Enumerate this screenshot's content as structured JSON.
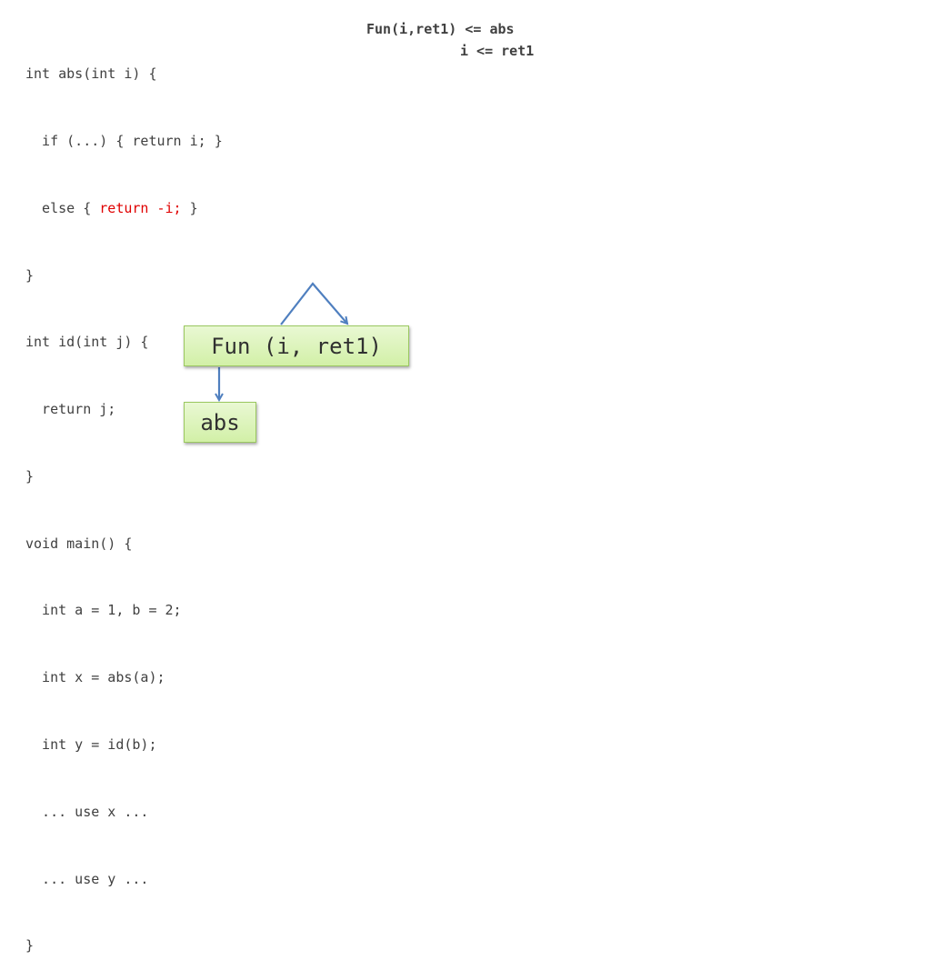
{
  "code": {
    "lines": [
      "int abs(int i) {",
      "  if (...) { return i; }",
      "  else { ",
      "}",
      "int id(int j) {",
      "  return j;",
      "}",
      "void main() {",
      "  int a = 1, b = 2;",
      "  int x = abs(a);",
      "  int y = id(b);",
      "  ... use x ...",
      "  ... use y ...",
      "}"
    ],
    "highlight": "return -i;",
    "highlight_suffix": " }",
    "highlight_color": "#e00000"
  },
  "constraints": {
    "line1": "Fun(i,ret1) <= abs",
    "line2": "i <= ret1"
  },
  "nodes": {
    "fun": "Fun (i, ret1)",
    "abs": "abs"
  },
  "colors": {
    "node_fill": "#d7f2ae",
    "node_border": "#9bc860",
    "edge": "#4f7fbf"
  }
}
